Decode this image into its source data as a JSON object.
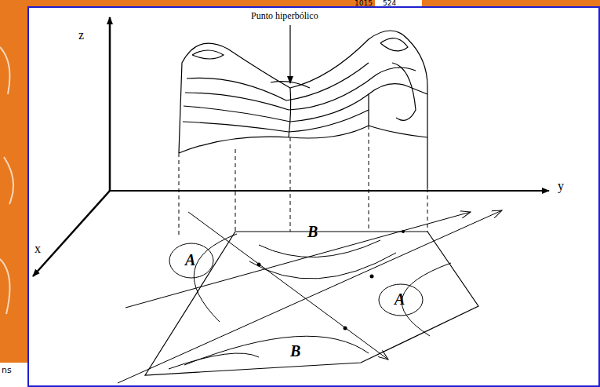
{
  "diagram": {
    "labels": [
      "Punto hiperbólico",
      "z",
      "y",
      "x",
      "A",
      "A",
      "B",
      "B",
      "1015",
      "524",
      "ns"
    ]
  }
}
